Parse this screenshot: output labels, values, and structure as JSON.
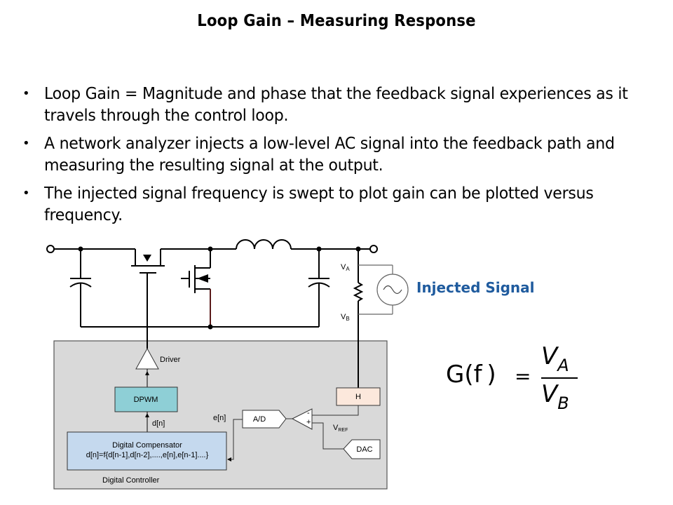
{
  "slide": {
    "title": "Loop Gain – Measuring Response",
    "bullets": [
      {
        "marker": "•",
        "text": "Loop Gain = Magnitude and phase that the feedback signal experiences as it travels through the control loop."
      },
      {
        "marker": "•",
        "text": "A network analyzer injects a low-level AC signal into the feedback path and measuring the resulting signal at the output."
      },
      {
        "marker": "•",
        "text": "The injected signal frequency is swept to plot gain can be plotted versus frequency."
      }
    ]
  },
  "diagram": {
    "labels": {
      "va": "V",
      "va_sub": "A",
      "vb": "V",
      "vb_sub": "B",
      "driver": "Driver",
      "dpwm": "DPWM",
      "dn": "d[n]",
      "en": "e[n]",
      "ad": "A/D",
      "h": "H",
      "vref": "V",
      "vref_sub": "REF",
      "dac": "DAC",
      "compensator_title": "Digital Compensator",
      "compensator_eq": "d[n]=f{d[n-1],d[n-2],....,e[n],e[n-1]....}",
      "controller": "Digital Controller",
      "comp_minus": "-",
      "comp_plus": "+"
    },
    "injected_signal": "Injected Signal",
    "colors": {
      "injected_text": "#1f5b9e",
      "controller_bg": "#d9d9d9",
      "dpwm_fill": "#8ecfd6",
      "compensator_fill": "#c5d9ee",
      "h_fill": "#fce8dc"
    }
  },
  "formula": {
    "lhs": "G(f )",
    "eq": "=",
    "num": "V",
    "num_sub": "A",
    "den": "V",
    "den_sub": "B"
  }
}
